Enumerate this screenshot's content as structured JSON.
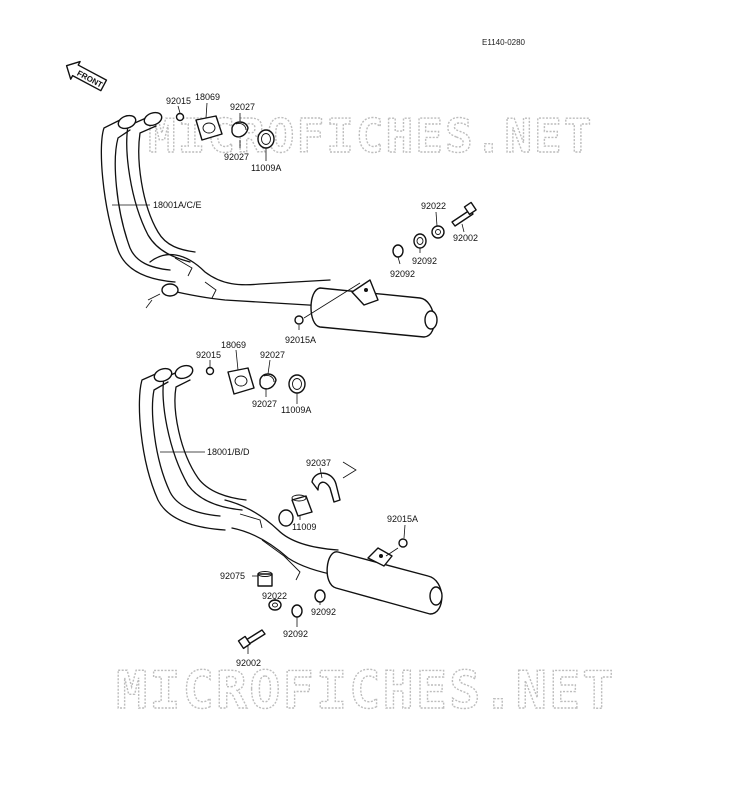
{
  "diagram_code": "E1140-0280",
  "front_arrow_label": "FRONT",
  "watermark": "MICROFICHES.NET",
  "top_assembly": {
    "labels": {
      "nut_a": "92015",
      "flange_a": "18069",
      "collar_a1": "92027",
      "collar_a2": "92027",
      "gasket_a": "11009A",
      "muffler_a": "18001A/C/E",
      "washer_a": "92022",
      "bolt_a": "92002",
      "nut_b": "92092",
      "nut_c": "92092",
      "nut_d": "92015A"
    }
  },
  "bottom_assembly": {
    "labels": {
      "nut_a": "92015",
      "flange_a": "18069",
      "collar_a1": "92027",
      "collar_a2": "92027",
      "gasket_a": "11009A",
      "muffler_b": "18001/B/D",
      "clamp": "92037",
      "gasket_b": "11009",
      "nut_d": "92015A",
      "damper": "92075",
      "washer_b": "92022",
      "nut_b": "92092",
      "nut_c": "92092",
      "bolt_b": "92002"
    }
  }
}
